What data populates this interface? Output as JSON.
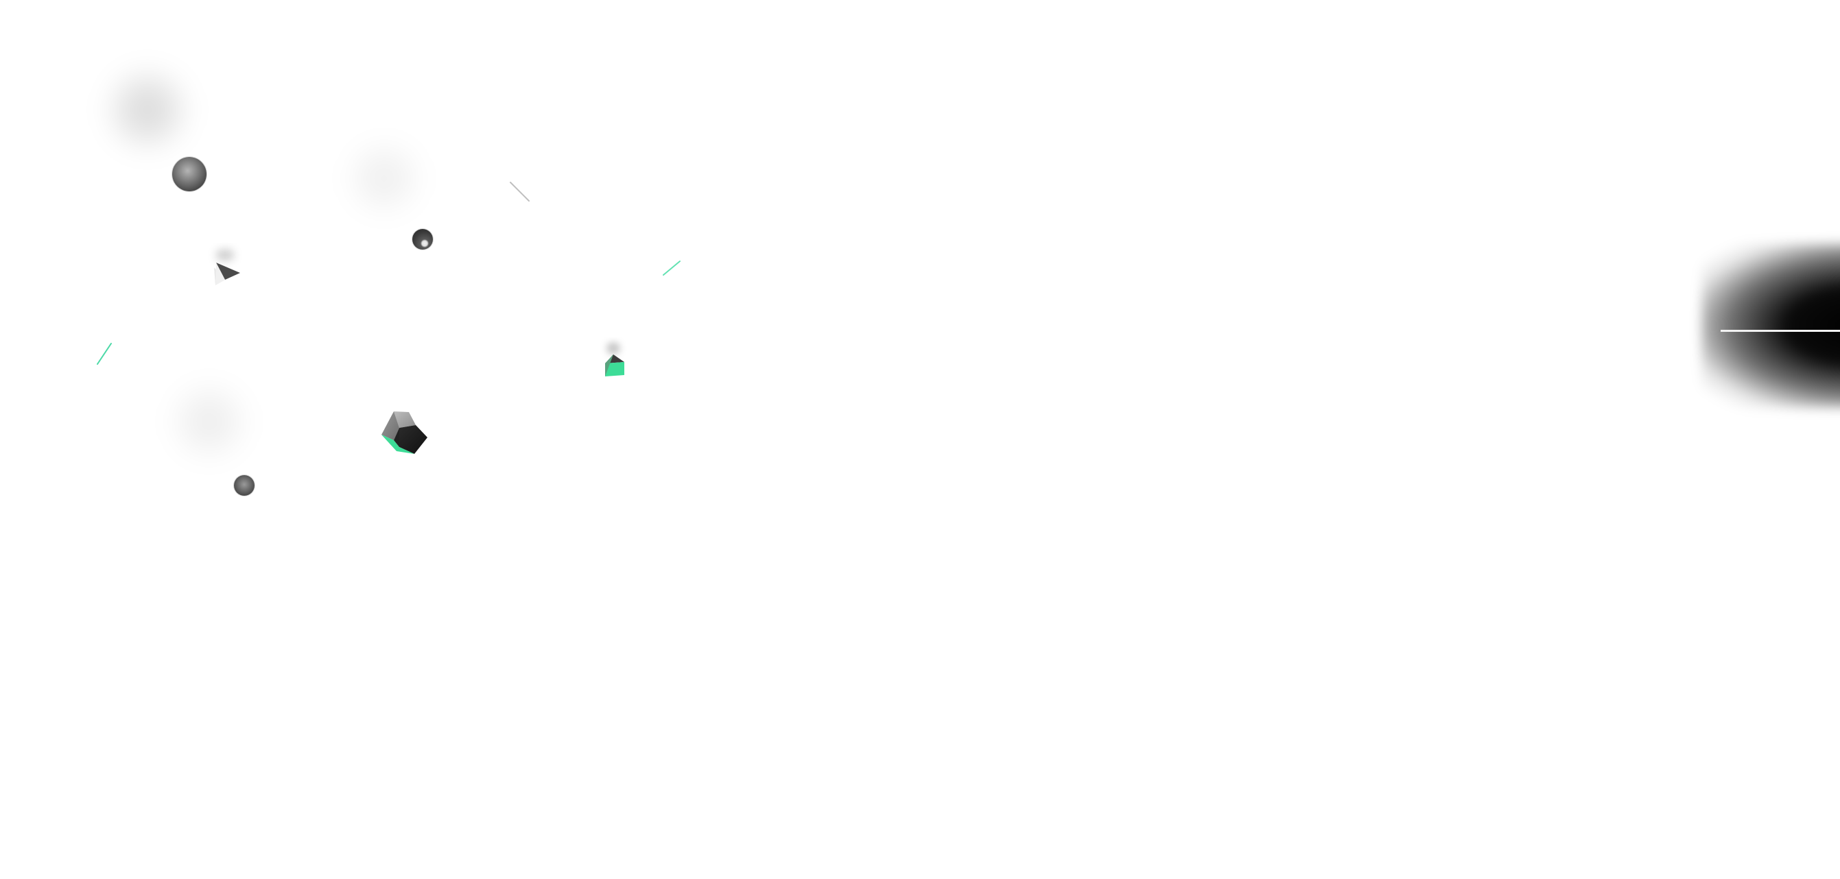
{
  "scene": {
    "background": "#ffffff",
    "accent": "#3ddc97",
    "dark": "#2e2e2e",
    "shadow": "#000000"
  },
  "objects": [
    {
      "kind": "haze",
      "icon": "blurred-haze-blob"
    },
    {
      "kind": "haze",
      "icon": "blurred-haze-blob"
    },
    {
      "kind": "haze",
      "icon": "blurred-haze-blob"
    },
    {
      "kind": "sphere",
      "icon": "sphere-icon"
    },
    {
      "kind": "sphere",
      "icon": "sphere-icon"
    },
    {
      "kind": "sphere",
      "icon": "sphere-icon"
    },
    {
      "kind": "pyramid",
      "icon": "pyramid-icon"
    },
    {
      "kind": "pyramid",
      "icon": "pyramid-icon"
    },
    {
      "kind": "cube",
      "icon": "cube-icon"
    },
    {
      "kind": "streak",
      "icon": "light-streak"
    },
    {
      "kind": "streak",
      "icon": "light-streak"
    },
    {
      "kind": "streak",
      "icon": "light-streak"
    },
    {
      "kind": "dark-shape",
      "icon": "dark-shape-edge-icon"
    }
  ]
}
